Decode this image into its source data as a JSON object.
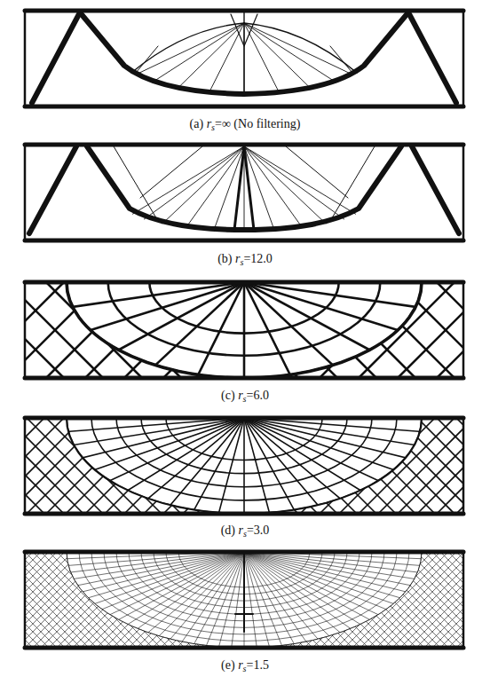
{
  "diagram": {
    "labels": [
      "(a) rs=∞ (No filtering)",
      "(b) rs=12.0",
      "(c) rs=6.0",
      "(d) rs=3.0",
      "(e) rs=1.5"
    ]
  }
}
